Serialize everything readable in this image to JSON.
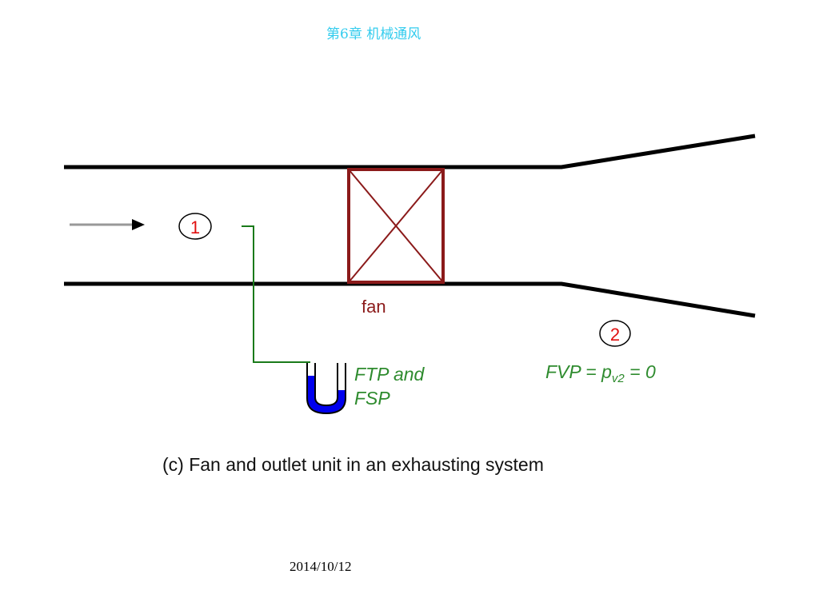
{
  "header": {
    "title": "第6章 机械通风"
  },
  "diagram": {
    "fan_label": "fan",
    "station_1": "1",
    "station_2": "2",
    "manometer_label_line1": "FTP and",
    "manometer_label_line2": "FSP",
    "fvp_prefix": "FVP = p",
    "fvp_subscript": "v2",
    "fvp_suffix": " = 0",
    "caption": "(c) Fan  and outlet unit in an exhausting system",
    "colors": {
      "duct": "#000000",
      "fan": "#8b1a1a",
      "station_text": "#e01010",
      "manometer_tube": "#1a7a1a",
      "manometer_fluid": "#0000ee",
      "annotation": "#2e8b2e",
      "arrow": "#999999"
    }
  },
  "footer": {
    "date": "2014/10/12"
  }
}
